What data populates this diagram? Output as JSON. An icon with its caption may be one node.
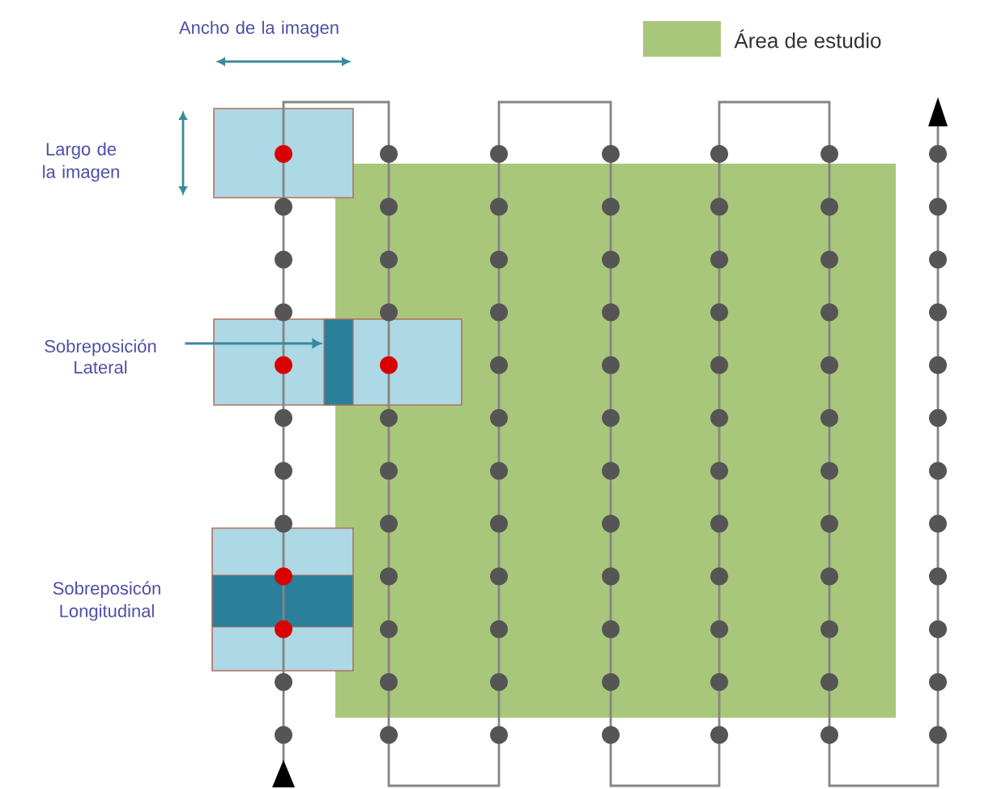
{
  "diagram": {
    "nodes": [
      {
        "text": [
          "Sobreposición Lateral"
        ]
      },
      {
        "text": [],
        "shape": "bar"
      }
    ],
    "edges": [
      {
        "from": 0,
        "to": 1,
        "arrow": "to"
      }
    ],
    "labels": [
      "Ancho de la imagen",
      "Largo de la imagen",
      "Sobreposicón Longitudinal"
    ],
    "legend": [
      {
        "text": "Área de estudio",
        "color": "#a9c77a"
      }
    ]
  }
}
